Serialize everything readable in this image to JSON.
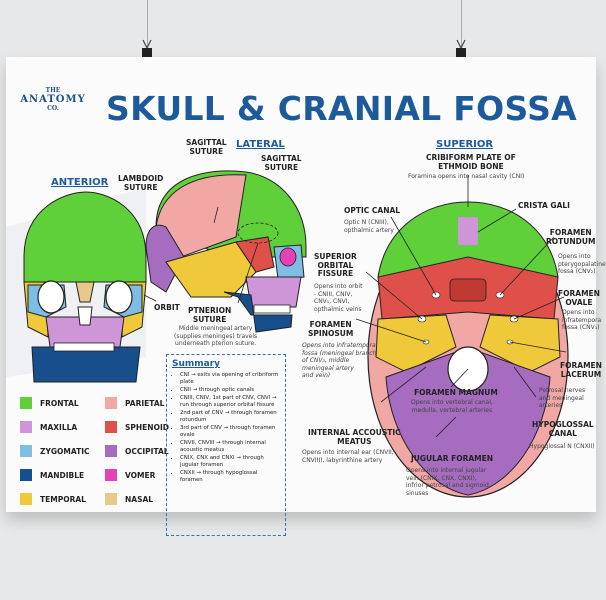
{
  "brand": {
    "the": "THE",
    "name": "ANATOMY",
    "co": "CO."
  },
  "title": "SKULL & CRANIAL FOSSA",
  "sections": {
    "anterior": "ANTERIOR",
    "lateral": "LATERAL",
    "superior": "SUPERIOR"
  },
  "labels": {
    "sagittal_suture_1": "SAGITTAL\nSUTURE",
    "sagittal_suture_2": "SAGITTAL\nSUTURE",
    "lambdoid_suture": "LAMBDOID\nSUTURE",
    "orbit": "ORBIT",
    "pterion": "PTNERION\nSUTURE",
    "pterion_desc": "Middle meningeal artery\n(supplies meninges) travels\nunderneath pterion suture.",
    "cribriform": "CRIBIFORM PLATE OF\nETHMOID BONE",
    "cribriform_desc": "Foramina opens into nasal cavity (CNI)",
    "crista_gali": "CRISTA GALI",
    "optic_canal": "OPTIC CANAL",
    "optic_canal_desc": "Optic N (CNIII),\nopthalmic artery",
    "foramen_rotundum": "FORAMEN\nROTUNDUM",
    "foramen_rotundum_desc": "Opens into\npterygopalatine\nfossa (CNV₂)",
    "superior_orbital": "SUPERIOR\nORBITAL\nFISSURE",
    "superior_orbital_desc": "Opens into orbit\n- CNIII, CNIV,\nCNV₁, CNVI,\nopthalmic veins",
    "foramen_ovale": "FORAMEN\nOVALE",
    "foramen_ovale_desc": "Opens into\ninfratempora\nfossa (CNV₃)",
    "foramen_spinosum": "FORAMEN\nSPINOSUM",
    "foramen_spinosum_desc": "Opens into infratemporal\nfossa (meningeal branch\nof CNV₃, middle\nmeningeal artery\nand vein)",
    "foramen_lacerum": "FORAMEN\nLACERUM",
    "foramen_lacerum_desc": "Petrosal nerves\nand meningeal\narteries",
    "foramen_magnum": "FORAMEN MAGNUM",
    "foramen_magnum_desc": "Opens into vertebral canal,\nmedulla, vertebral arteries",
    "internal_acoustic": "INTERNAL ACCOUSTIC\nMEATUS",
    "internal_acoustic_desc": "Opens into internal ear (CNVII,\nCNVIII), labyrinthine artery",
    "hypoglossal": "HYPOGLOSSAL\nCANAL",
    "hypoglossal_desc": "Hypoglossal N (CNXII)",
    "jugular": "JUGULAR FORAMEN",
    "jugular_desc": "Opens into internal jugular\nvein (CNIX, CNX, CNXI),\ninfrior petrosal and sigmoid\nsinuses"
  },
  "legend": [
    {
      "label": "FRONTAL",
      "color": "#5fcf3a"
    },
    {
      "label": "PARIETAL",
      "color": "#f1a7a4"
    },
    {
      "label": "MAXILLA",
      "color": "#cf95d9"
    },
    {
      "label": "SPHENOID",
      "color": "#e0504a"
    },
    {
      "label": "ZYGOMATIC",
      "color": "#7fbde3"
    },
    {
      "label": "OCCIPITAL",
      "color": "#a56cbf"
    },
    {
      "label": "MANDIBLE",
      "color": "#174f8c"
    },
    {
      "label": "VOMER",
      "color": "#e542b3"
    },
    {
      "label": "TEMPORAL",
      "color": "#f0c93a"
    },
    {
      "label": "NASAL",
      "color": "#e8c98a"
    }
  ],
  "summary": {
    "title": "Summary",
    "items": [
      "CNI → exits via opening of cribriform plate",
      "CNII → through optic canals",
      "CNIII, CNIV, 1st part of CNV, CNVI → run through superior orbital fissure",
      "2nd part of CNV → through foramen rotundum",
      "3rd part of CNV → through foramen ovale",
      "CNVII, CNVIII → through internal acoustic meatus",
      "CNIX, CNX and CNXI → through jugular foramen",
      "CNXII → through hypoglossal foramen"
    ]
  }
}
